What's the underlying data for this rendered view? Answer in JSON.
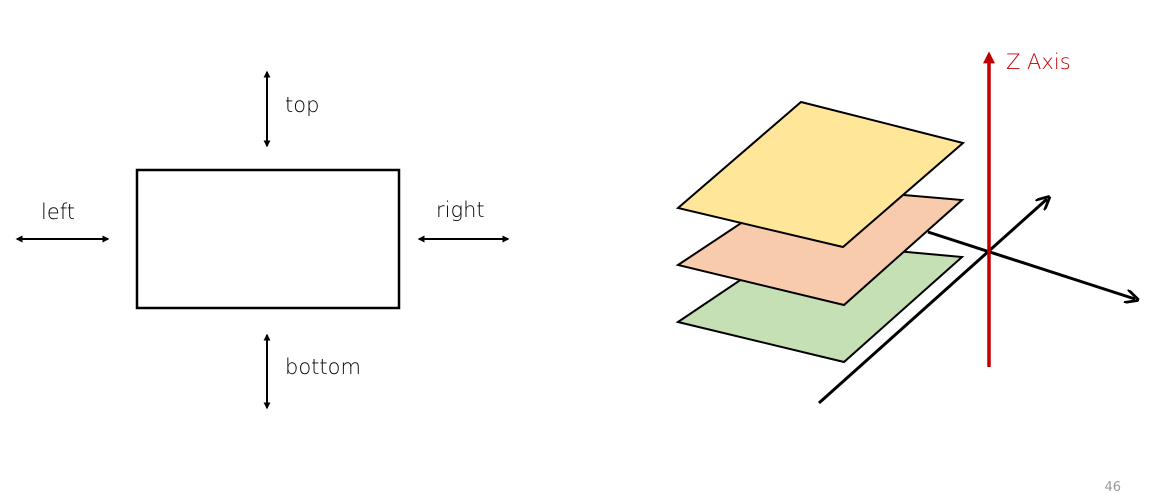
{
  "diagram": {
    "labels": {
      "top": "top",
      "bottom": "bottom",
      "left": "left",
      "right": "right",
      "z_axis": "Z Axis"
    },
    "layers": [
      {
        "name": "yellow-layer",
        "fill": "#FFE699"
      },
      {
        "name": "orange-layer",
        "fill": "#F8CBAD"
      },
      {
        "name": "green-layer",
        "fill": "#C5E0B4"
      }
    ],
    "colors": {
      "z_axis": "#C00000",
      "stroke": "#000000"
    }
  },
  "footer": {
    "page_number": "46"
  }
}
